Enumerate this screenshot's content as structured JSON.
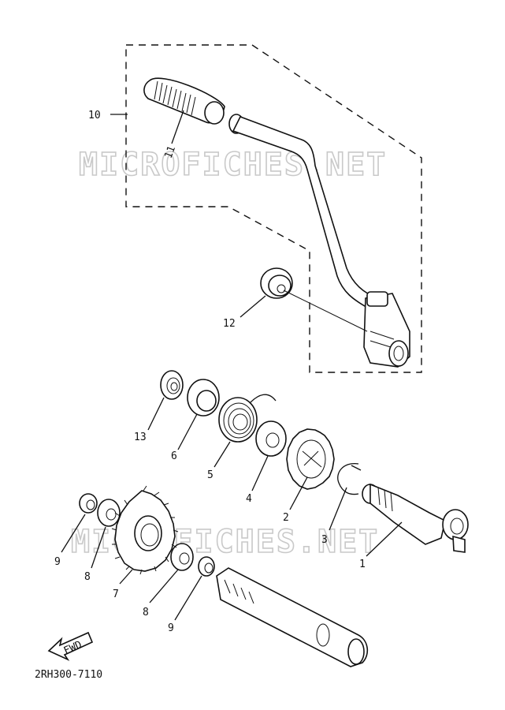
{
  "diagram": {
    "watermark": "MICROFICHES.NET",
    "code": "2RH300-7110",
    "fwd_label": "FWD",
    "callouts": {
      "p1": "1",
      "p2": "2",
      "p3": "3",
      "p4": "4",
      "p5": "5",
      "p6": "6",
      "p7": "7",
      "p8a": "8",
      "p8b": "8",
      "p9a": "9",
      "p9b": "9",
      "p10": "10",
      "p11": "11",
      "p12": "12",
      "p13": "13"
    }
  }
}
